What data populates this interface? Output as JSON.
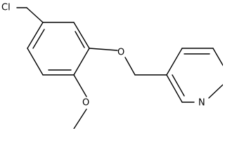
{
  "molecule": {
    "atoms": {
      "chlorine": "Cl",
      "ether_oxygen": "O",
      "methoxy_oxygen": "O",
      "pyridine_nitrogen": "N"
    }
  },
  "colors": {
    "bond": "#000000",
    "label": "#000000",
    "background": "#ffffff"
  }
}
